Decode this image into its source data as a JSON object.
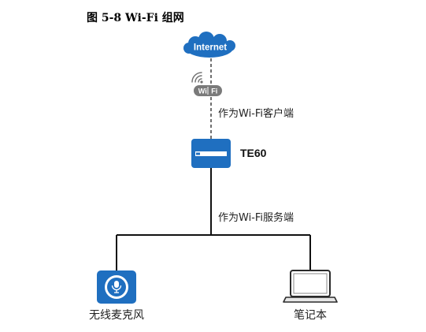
{
  "figure": {
    "title": "图 5-8 Wi-Fi 组网"
  },
  "nodes": {
    "internet": {
      "label": "Internet"
    },
    "wifi_badge": {
      "label": "Wi Fi"
    },
    "te60": {
      "label": "TE60"
    },
    "microphone": {
      "label": "无线麦克风"
    },
    "laptop": {
      "label": "笔记本"
    }
  },
  "links": {
    "client_link": {
      "label": "作为Wi-Fi客户端"
    },
    "server_link": {
      "label": "作为Wi-Fi服务端"
    }
  },
  "colors": {
    "brand_blue": "#1f6fc0",
    "line": "#111111",
    "badge_gray": "#7a7a7a"
  }
}
